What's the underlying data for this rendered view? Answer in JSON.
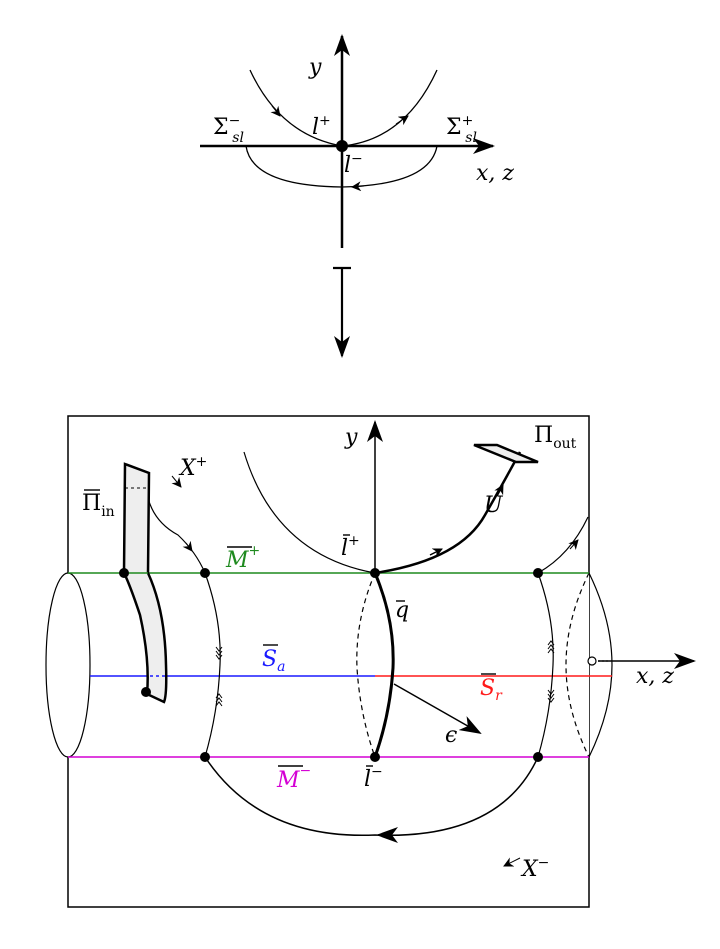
{
  "top_diagram": {
    "axis_y": "y",
    "axis_xz": "x, z",
    "sigma_minus": {
      "base": "Σ",
      "sup": "−",
      "sub": "sl"
    },
    "sigma_plus": {
      "base": "Σ",
      "sup": "+",
      "sub": "sl"
    },
    "l_plus": {
      "base": "l",
      "sup": "+"
    },
    "l_minus": {
      "base": "l",
      "sup": "−"
    }
  },
  "bottom_diagram": {
    "axis_y": "y",
    "axis_xz": "x, z",
    "pi_in": {
      "base": "Π",
      "sub": "in"
    },
    "pi_out": {
      "base": "Π",
      "sub": "out"
    },
    "x_plus": {
      "base": "X",
      "sup": "+"
    },
    "x_minus": {
      "base": "X",
      "sup": "−"
    },
    "m_plus": {
      "base": "M",
      "sup": "+"
    },
    "m_minus": {
      "base": "M",
      "sup": "−"
    },
    "s_a": {
      "base": "S",
      "sub": "a"
    },
    "s_r": {
      "base": "S",
      "sub": "r"
    },
    "lbar_plus": {
      "base": "l",
      "sup": "+"
    },
    "lbar_minus": {
      "base": "l",
      "sup": "−"
    },
    "qbar": "q",
    "u": "U",
    "epsilon": "ϵ"
  },
  "colors": {
    "m_plus": "#1f8a1f",
    "m_minus": "#d400d4",
    "s_a": "#1a1aff",
    "s_r": "#ff1a1a",
    "ink": "#000000",
    "section_fill": "#eeeeee"
  }
}
